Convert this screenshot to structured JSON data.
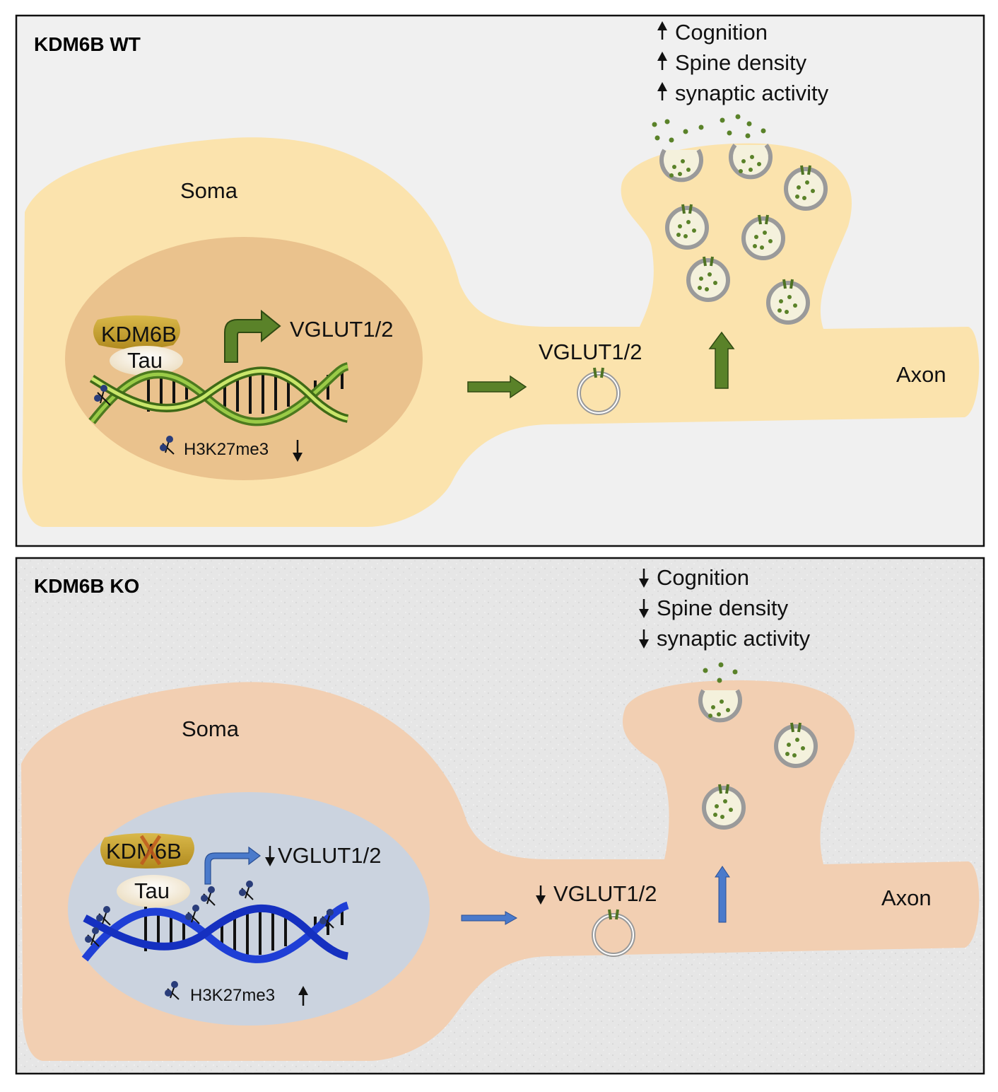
{
  "panels": [
    {
      "id": "wt",
      "title": "KDM6B WT",
      "soma_label": "Soma",
      "axon_label": "Axon",
      "enzyme_label": "KDM6B",
      "tau_label": "Tau",
      "gene_label": "VGLUT1/2",
      "vesicle_label": "VGLUT1/2",
      "histone_label": "H3K27me3",
      "histone_change": "down",
      "effect_direction": "up",
      "effects": [
        "Cognition",
        "Spine density",
        "synaptic activity"
      ],
      "colors": {
        "cell": "#fbe3ad",
        "nucleus": "#eac28d",
        "dna": "#5e8a2a",
        "arrow": "#4f7324",
        "background": "#f0f0f0"
      }
    },
    {
      "id": "ko",
      "title": "KDM6B KO",
      "soma_label": "Soma",
      "axon_label": "Axon",
      "enzyme_label": "KDM6B",
      "tau_label": "Tau",
      "gene_label": "VGLUT1/2",
      "vesicle_label": "VGLUT1/2",
      "histone_label": "H3K27me3",
      "histone_change": "up",
      "effect_direction": "down",
      "effects": [
        "Cognition",
        "Spine density",
        "synaptic activity"
      ],
      "colors": {
        "cell": "#f2cfb2",
        "nucleus": "#cbd3df",
        "dna": "#1f3fd6",
        "arrow": "#4a7acb",
        "background": "#e7e7e7"
      }
    }
  ]
}
